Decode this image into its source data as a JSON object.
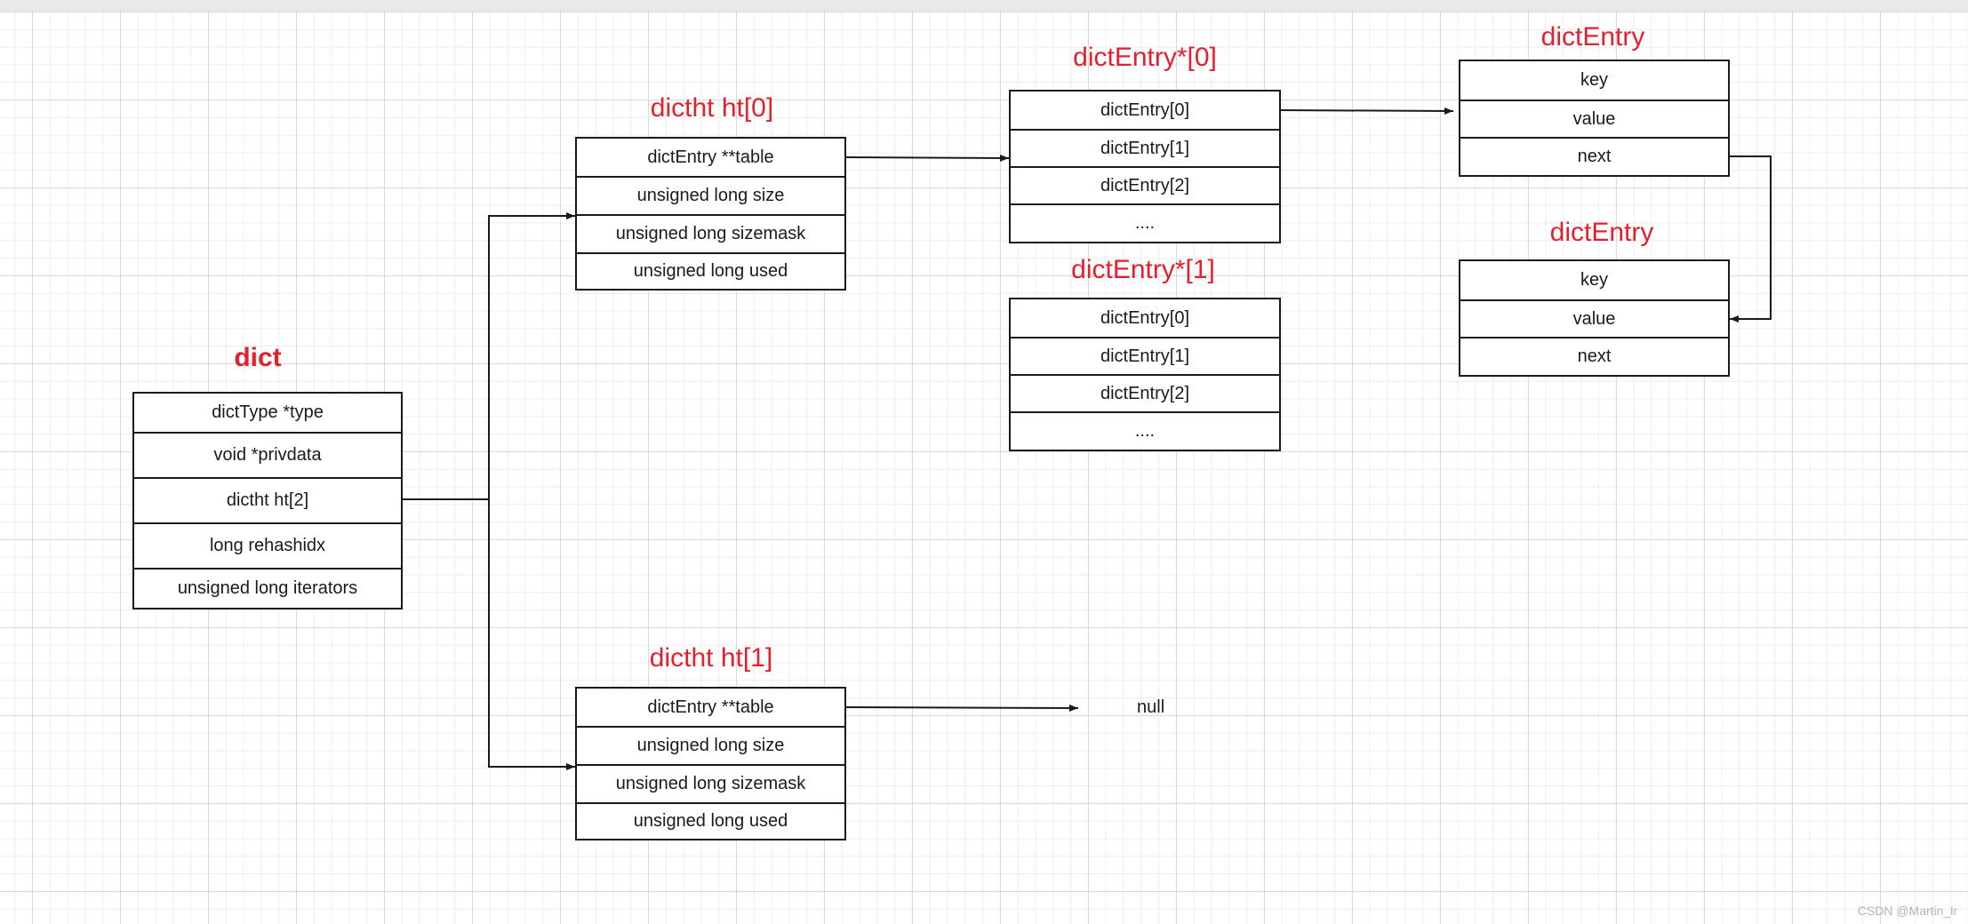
{
  "diagram": {
    "dict": {
      "title": "dict",
      "fields": [
        "dictType *type",
        "void *privdata",
        "dictht ht[2]",
        "long rehashidx",
        "unsigned long iterators"
      ]
    },
    "ht0": {
      "title": "dictht ht[0]",
      "fields": [
        "dictEntry **table",
        "unsigned long size",
        "unsigned long sizemask",
        "unsigned long used"
      ]
    },
    "ht1": {
      "title": "dictht ht[1]",
      "fields": [
        "dictEntry **table",
        "unsigned long size",
        "unsigned long sizemask",
        "unsigned long used"
      ]
    },
    "bucket0": {
      "title": "dictEntry*[0]",
      "fields": [
        "dictEntry[0]",
        "dictEntry[1]",
        "dictEntry[2]",
        "...."
      ]
    },
    "bucket1": {
      "title": "dictEntry*[1]",
      "fields": [
        "dictEntry[0]",
        "dictEntry[1]",
        "dictEntry[2]",
        "...."
      ]
    },
    "entry_a": {
      "title": "dictEntry",
      "fields": [
        "key",
        "value",
        "next"
      ]
    },
    "entry_b": {
      "title": "dictEntry",
      "fields": [
        "key",
        "value",
        "next"
      ]
    },
    "null_label": "null",
    "colors": {
      "title": "#e5202e",
      "line": "#1a1a1a"
    }
  },
  "watermark": "CSDN @Martin_lr"
}
